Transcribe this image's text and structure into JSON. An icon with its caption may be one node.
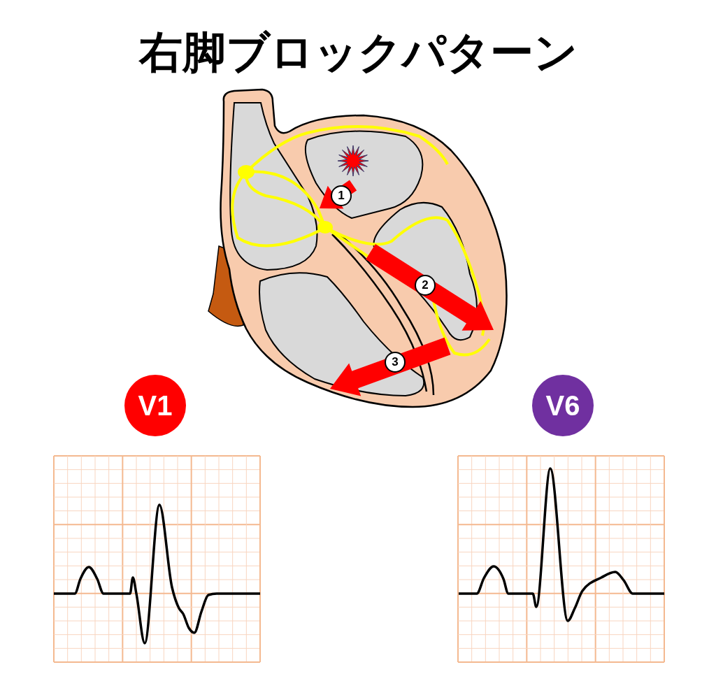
{
  "diagram": {
    "title": "右脚ブロックパターン",
    "nodes": [
      {
        "text": [
          "1"
        ]
      },
      {
        "text": [
          "2"
        ]
      },
      {
        "text": [
          "3"
        ]
      },
      {
        "text": [
          "V1"
        ]
      },
      {
        "text": [
          "V6"
        ]
      }
    ]
  }
}
